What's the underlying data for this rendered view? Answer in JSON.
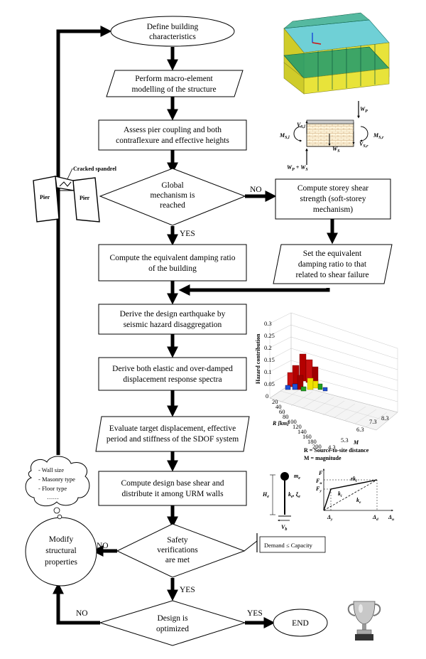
{
  "steps": {
    "define": [
      "Define building",
      "characteristics"
    ],
    "macro": [
      "Perform macro-element",
      "modelling of the structure"
    ],
    "pier": [
      "Assess pier coupling and both",
      "contraflexure and effective heights"
    ],
    "global": [
      "Global",
      "mechanism is",
      "reached"
    ],
    "shear_strength": [
      "Compute storey shear",
      "strength (soft-storey",
      "mechanism)"
    ],
    "damping": [
      "Compute the equivalent damping ratio",
      "of the building"
    ],
    "set_damping": [
      "Set the equivalent",
      "damping ratio to that",
      "related to shear failure"
    ],
    "derive_eq": [
      "Derive the design earthquake by",
      "seismic hazard disaggregation"
    ],
    "spectra": [
      "Derive both elastic and over-damped",
      "displacement response spectra"
    ],
    "target": [
      "Evaluate target displacement, effective",
      "period and stiffness of the SDOF system"
    ],
    "base_shear": [
      "Compute design base shear and",
      "distribute it among URM walls"
    ],
    "safety": [
      "Safety",
      "verifications",
      "are met"
    ],
    "optimized": [
      "Design is",
      "optimized"
    ],
    "modify": [
      "Modify",
      "structural",
      "properties"
    ],
    "end": "END"
  },
  "labels": {
    "yes": "YES",
    "no": "NO",
    "cracked_spandrel": "Cracked spandrel",
    "pier": "Pier",
    "demand_capacity": "Demand ≤ Capacity",
    "thought": [
      "- Wall size",
      "- Masonry type",
      "- Floor type",
      "……"
    ]
  },
  "forces": {
    "wp": "W",
    "wp_sub": "P",
    "vsl": "V",
    "vsl_sub": "S,l",
    "msl": "M",
    "msl_sub": "S,l",
    "msr": "M",
    "msr_sub": "S,r",
    "vsr": "V",
    "vsr_sub": "S,r",
    "ws": "W",
    "ws_sub": "S",
    "wpws": "W",
    "wpws_mid": " + W",
    "wpws_sub2": "S"
  },
  "hazard": {
    "zlabel": "Hazard contribution",
    "zticks": [
      "0.3",
      "0.25",
      "0.2",
      "0.15",
      "0.1",
      "0.05",
      "0"
    ],
    "rticks": [
      "20",
      "40",
      "60",
      "80",
      "100",
      "120",
      "140",
      "160",
      "180",
      "200"
    ],
    "mticks": [
      "4.3",
      "5.3",
      "6.3",
      "7.3",
      "8.3"
    ],
    "rlabel": "R [km]",
    "mlabel": "M",
    "legend_r": "R = Source-to-site distance",
    "legend_m": "M = magnitude"
  },
  "sdof": {
    "m": "m",
    "m_sub": "e",
    "h": "H",
    "h_sub": "e",
    "k": "k",
    "k_sub": "e",
    "xi": "ξ",
    "xi_sub": "e",
    "v": "V",
    "v_sub": "b"
  },
  "pushover": {
    "f": "F",
    "fu": "F",
    "fu_sub": "u",
    "fy": "F",
    "fy_sub": "y",
    "rki": "rk",
    "rki_sub": "i",
    "ki": "k",
    "ki_sub": "i",
    "ke": "k",
    "ke_sub": "e",
    "dy": "Δ",
    "dy_sub": "y",
    "dd": "Δ",
    "dd_sub": "d",
    "du": "Δ",
    "du_sub": "u"
  },
  "colors": {
    "building_green": "#1e9a6e",
    "building_yellow": "#e8e33a",
    "building_cyan": "#3fc0c8",
    "bar_red": "#b40000",
    "bar_yellow": "#f0e000",
    "bar_blue": "#1e50d8",
    "bar_green": "#22a020"
  }
}
